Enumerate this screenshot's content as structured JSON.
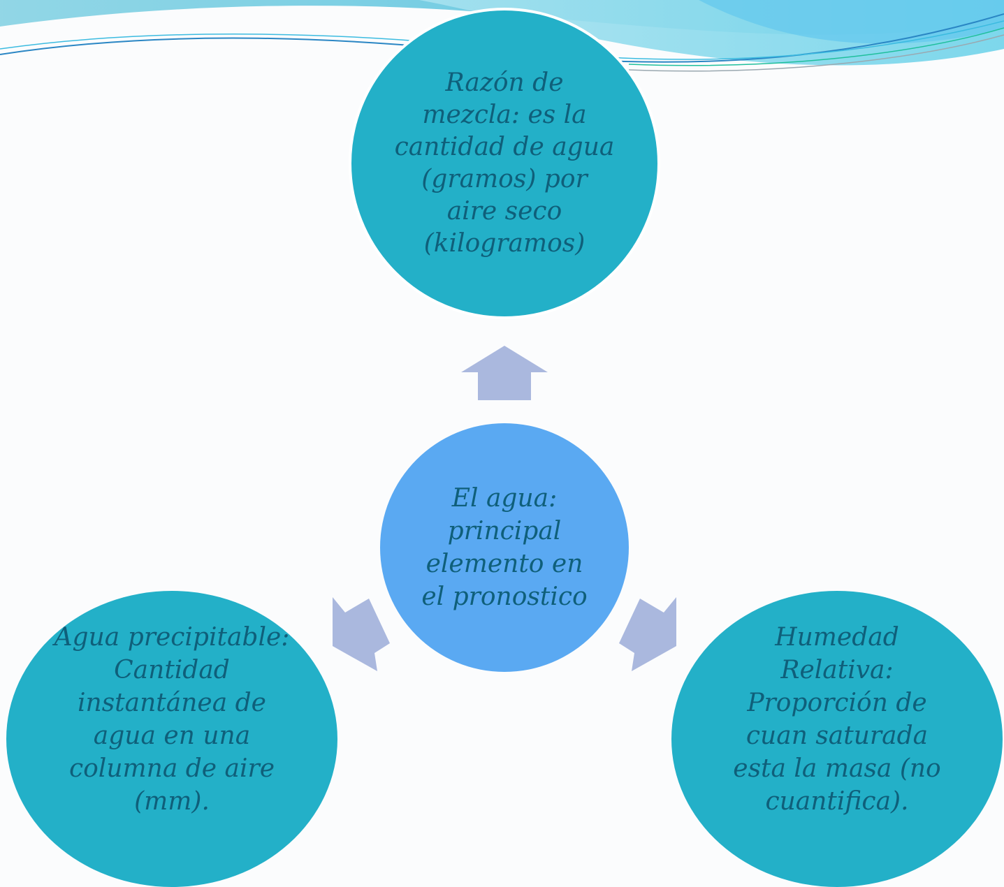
{
  "nodes": {
    "top": "Razón de\nmezcla: es la\ncantidad de agua\n(gramos) por\naire seco\n(kilogramos)",
    "center": "El agua:\nprincipal\nelemento en\nel pronostico",
    "left": "Agua precipitable:\nCantidad\ninstantánea de\nagua en una\ncolumna de aire\n(mm).",
    "right": "Humedad\nRelativa:\nProporción de\ncuan saturada\nesta la masa (no\ncuantifica)."
  },
  "colors": {
    "outer_node": "#23b0c8",
    "center_node": "#5aa9f2",
    "arrow": "#aab8de",
    "text": "#0f5f7a"
  },
  "icons": {
    "arrows": [
      "arrow-up-icon",
      "arrow-down-left-icon",
      "arrow-down-right-icon"
    ]
  }
}
